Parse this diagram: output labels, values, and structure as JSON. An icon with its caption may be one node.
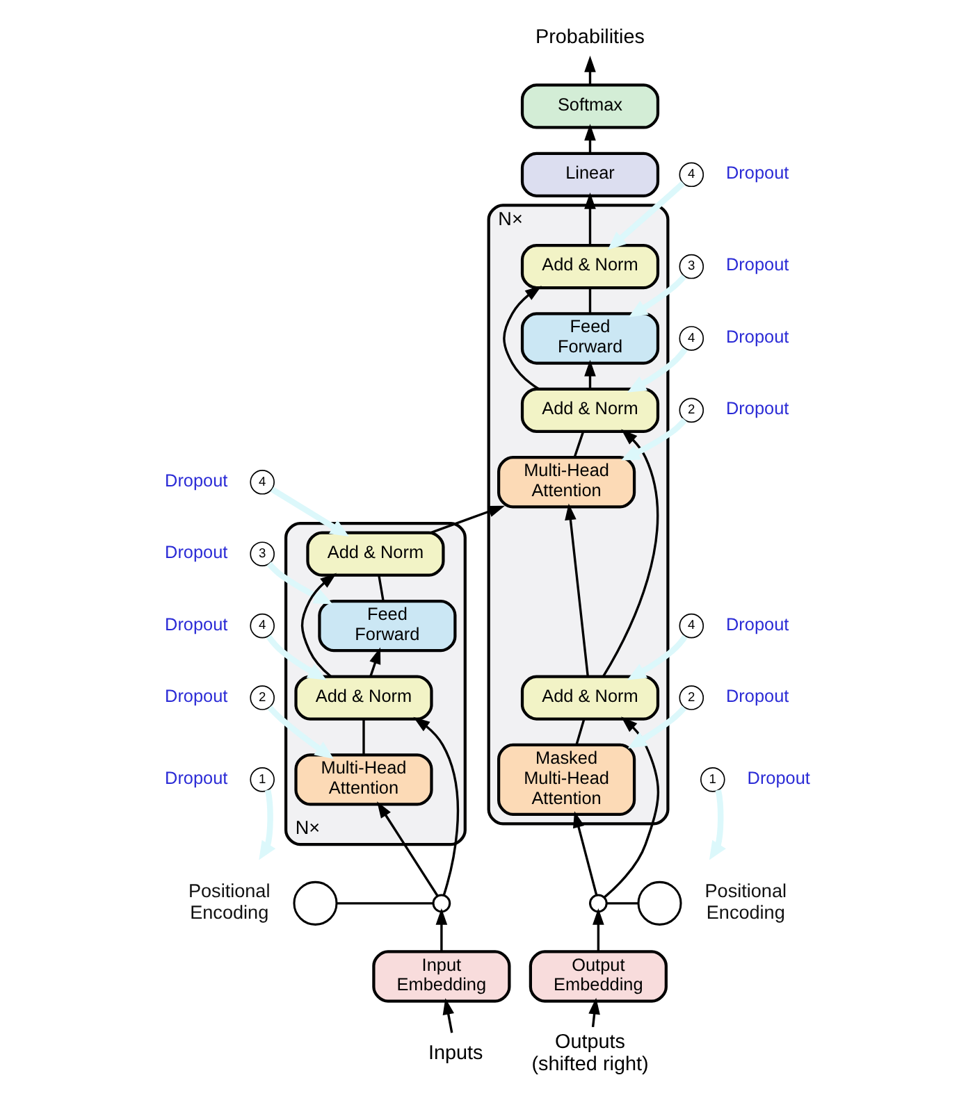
{
  "diagram": {
    "nodes": [
      {
        "text": [
          "Probabilities"
        ]
      },
      {
        "text": [
          "Softmax"
        ]
      },
      {
        "text": [
          "Linear"
        ]
      },
      {
        "text": [
          "N×"
        ]
      },
      {
        "text": [
          "Add & Norm"
        ],
        "in": 3
      },
      {
        "text": [
          "Feed Forward"
        ],
        "in": 3
      },
      {
        "text": [
          "Add & Norm"
        ],
        "in": 3
      },
      {
        "text": [
          "Multi-Head Attention"
        ],
        "in": 3
      },
      {
        "text": [
          "Add & Norm"
        ],
        "in": 3
      },
      {
        "text": [
          "Masked Multi-Head Attention"
        ],
        "in": 3
      },
      {
        "text": [
          "N×"
        ]
      },
      {
        "text": [
          "Add & Norm"
        ],
        "in": 10
      },
      {
        "text": [
          "Feed Forward"
        ],
        "in": 10
      },
      {
        "text": [
          "Add & Norm"
        ],
        "in": 10
      },
      {
        "text": [
          "Multi-Head Attention"
        ],
        "in": 10
      },
      {
        "text": [],
        "shape": "circle",
        "beside": [
          "Positional Encoding"
        ]
      },
      {
        "text": [],
        "shape": "circle"
      },
      {
        "text": [
          "Input Embedding"
        ]
      },
      {
        "text": [
          "Inputs"
        ]
      },
      {
        "text": [],
        "shape": "circle"
      },
      {
        "text": [],
        "shape": "circle",
        "beside": [
          "Positional Encoding"
        ]
      },
      {
        "text": [
          "Output Embedding"
        ]
      },
      {
        "text": [
          "Outputs (shifted right)"
        ]
      },
      {
        "text": [
          "4"
        ],
        "beside": [
          "Dropout"
        ]
      },
      {
        "text": [
          "3"
        ],
        "beside": [
          "Dropout"
        ]
      },
      {
        "text": [
          "4"
        ],
        "beside": [
          "Dropout"
        ]
      },
      {
        "text": [
          "2"
        ],
        "beside": [
          "Dropout"
        ]
      },
      {
        "text": [
          "4"
        ],
        "beside": [
          "Dropout"
        ]
      },
      {
        "text": [
          "2"
        ],
        "beside": [
          "Dropout"
        ]
      },
      {
        "text": [
          "1"
        ],
        "beside": [
          "Dropout"
        ]
      },
      {
        "text": [
          "4"
        ],
        "beside": [
          "Dropout"
        ]
      },
      {
        "text": [
          "3"
        ],
        "beside": [
          "Dropout"
        ]
      },
      {
        "text": [
          "4"
        ],
        "beside": [
          "Dropout"
        ]
      },
      {
        "text": [
          "2"
        ],
        "beside": [
          "Dropout"
        ]
      },
      {
        "text": [
          "1"
        ],
        "beside": [
          "Dropout"
        ]
      }
    ],
    "edges": [
      {
        "from": 18,
        "to": 17,
        "arrow": "to"
      },
      {
        "from": 17,
        "to": 16,
        "arrow": "to"
      },
      {
        "from": 15,
        "to": 16,
        "arrow": "none"
      },
      {
        "from": 16,
        "to": 14,
        "arrow": "to"
      },
      {
        "from": 16,
        "to": 13,
        "arrow": "to"
      },
      {
        "from": 14,
        "to": 13,
        "arrow": "none"
      },
      {
        "from": 13,
        "to": 12,
        "arrow": "to"
      },
      {
        "from": 13,
        "to": 11,
        "arrow": "to"
      },
      {
        "from": 12,
        "to": 11,
        "arrow": "none"
      },
      {
        "from": 11,
        "to": 7,
        "arrow": "to"
      },
      {
        "from": 22,
        "to": 21,
        "arrow": "to"
      },
      {
        "from": 21,
        "to": 19,
        "arrow": "to"
      },
      {
        "from": 19,
        "to": 20,
        "arrow": "none"
      },
      {
        "from": 19,
        "to": 9,
        "arrow": "to"
      },
      {
        "from": 19,
        "to": 8,
        "arrow": "to"
      },
      {
        "from": 9,
        "to": 8,
        "arrow": "none"
      },
      {
        "from": 8,
        "to": 7,
        "arrow": "to"
      },
      {
        "from": 8,
        "to": 6,
        "arrow": "to"
      },
      {
        "from": 7,
        "to": 6,
        "arrow": "none"
      },
      {
        "from": 6,
        "to": 5,
        "arrow": "to"
      },
      {
        "from": 6,
        "to": 4,
        "arrow": "to"
      },
      {
        "from": 5,
        "to": 4,
        "arrow": "none"
      },
      {
        "from": 4,
        "to": 2,
        "arrow": "to"
      },
      {
        "from": 2,
        "to": 1,
        "arrow": "to"
      },
      {
        "from": 1,
        "to": 0,
        "arrow": "to"
      },
      {
        "from": 23,
        "to": 4,
        "arrow": "to",
        "style": "thick",
        "color": "#dcf8fb"
      },
      {
        "from": 24,
        "to": 5,
        "arrow": "to",
        "style": "thick",
        "color": "#dcf8fb"
      },
      {
        "from": 25,
        "to": 6,
        "arrow": "to",
        "style": "thick",
        "color": "#dcf8fb"
      },
      {
        "from": 26,
        "to": 7,
        "arrow": "to",
        "style": "thick",
        "color": "#dcf8fb"
      },
      {
        "from": 27,
        "to": 8,
        "arrow": "to",
        "style": "thick",
        "color": "#dcf8fb"
      },
      {
        "from": 28,
        "to": 9,
        "arrow": "to",
        "style": "thick",
        "color": "#dcf8fb"
      },
      {
        "from": 29,
        "to": null,
        "arrow": "to",
        "style": "thick",
        "color": "#dcf8fb"
      },
      {
        "from": 30,
        "to": 11,
        "arrow": "to",
        "style": "thick",
        "color": "#dcf8fb"
      },
      {
        "from": 31,
        "to": 12,
        "arrow": "to",
        "style": "thick",
        "color": "#dcf8fb"
      },
      {
        "from": 32,
        "to": 13,
        "arrow": "to",
        "style": "thick",
        "color": "#dcf8fb"
      },
      {
        "from": 33,
        "to": 14,
        "arrow": "to",
        "style": "thick",
        "color": "#dcf8fb"
      },
      {
        "from": 34,
        "to": null,
        "arrow": "to",
        "style": "thick",
        "color": "#dcf8fb"
      }
    ]
  }
}
